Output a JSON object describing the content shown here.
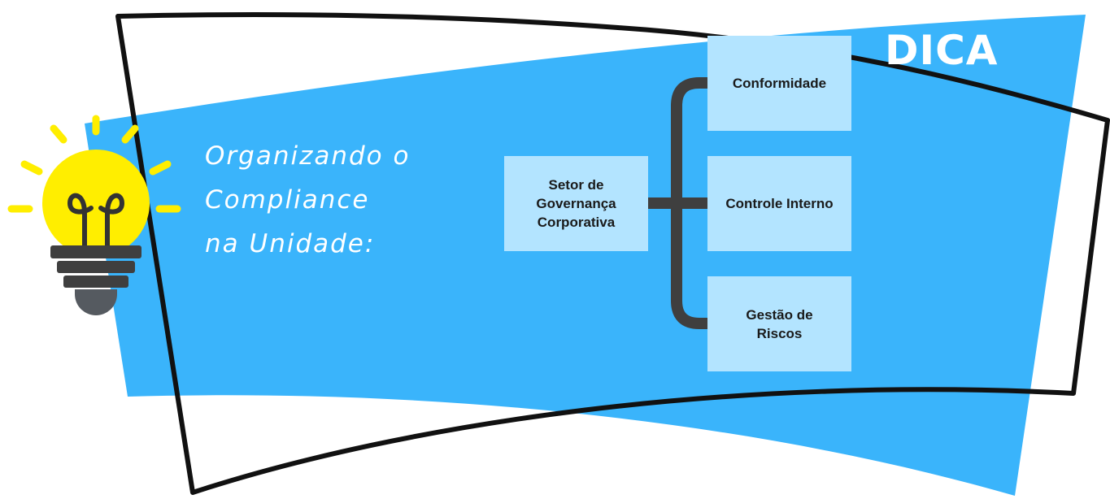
{
  "badge": "DICA",
  "heading": {
    "line1": "Organizando o",
    "line2": "Compliance",
    "line3": "na Unidade:"
  },
  "diagram": {
    "root": "Setor de Governança Corporativa",
    "children": [
      "Conformidade",
      "Controle Interno",
      "Gestão de Riscos"
    ]
  },
  "colors": {
    "banner": "#3ab4fb",
    "box": "#b3e4ff",
    "connector": "#3f3f3f",
    "frame": "#111111",
    "bulb": "#ffee00"
  },
  "icons": {
    "bulb": "lightbulb-icon"
  }
}
